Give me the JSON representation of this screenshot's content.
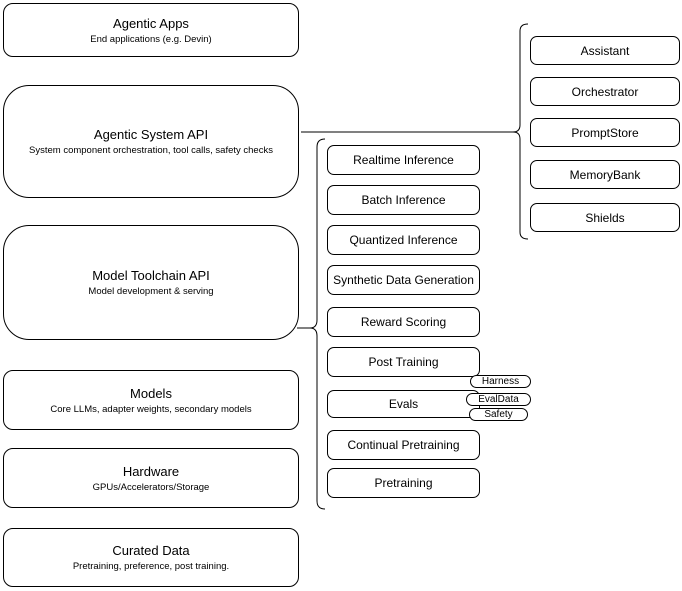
{
  "diagram": {
    "background": "#ffffff",
    "stroke_color": "#000000",
    "text_color": "#000000"
  },
  "left_column": {
    "agentic_apps": {
      "title": "Agentic Apps",
      "subtitle": "End applications (e.g. Devin)"
    },
    "agentic_system_api": {
      "title": "Agentic System API",
      "subtitle": "System component orchestration, tool calls, safety checks"
    },
    "model_toolchain_api": {
      "title": "Model Toolchain API",
      "subtitle": "Model development & serving"
    },
    "models": {
      "title": "Models",
      "subtitle": "Core LLMs, adapter weights, secondary models"
    },
    "hardware": {
      "title": "Hardware",
      "subtitle": "GPUs/Accelerators/Storage"
    },
    "curated_data": {
      "title": "Curated Data",
      "subtitle": "Pretraining, preference, post training."
    }
  },
  "toolchain_components": {
    "items": [
      "Realtime Inference",
      "Batch Inference",
      "Quantized Inference",
      "Synthetic Data Generation",
      "Reward Scoring",
      "Post Training",
      "Evals",
      "Continual Pretraining",
      "Pretraining"
    ],
    "evals_badges": [
      "Harness",
      "EvalData",
      "Safety"
    ]
  },
  "system_components": {
    "items": [
      "Assistant",
      "Orchestrator",
      "PromptStore",
      "MemoryBank",
      "Shields"
    ]
  }
}
